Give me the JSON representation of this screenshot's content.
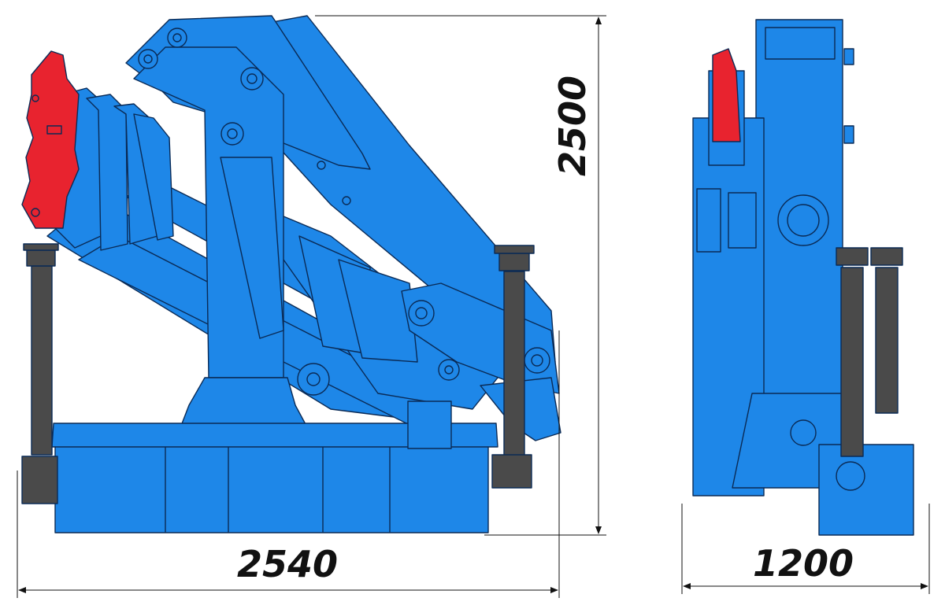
{
  "drawing": {
    "side_view": {
      "width_label": "2540",
      "height_label": "2500"
    },
    "rear_view": {
      "width_label": "1200"
    }
  },
  "colors": {
    "crane_body": "#1e87e8",
    "crane_outline": "#0a2a55",
    "rotator": "#e8232f",
    "outrigger_legs": "#4a4a4a",
    "dimension_lines": "#111111"
  }
}
